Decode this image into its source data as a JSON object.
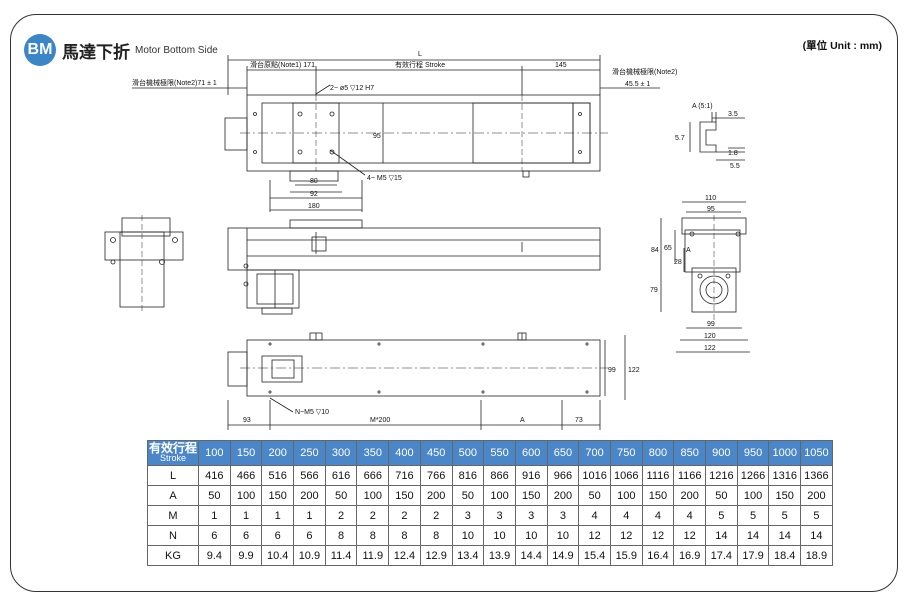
{
  "header": {
    "badge": "BM",
    "title_cn": "馬達下折",
    "title_en": "Motor Bottom Side",
    "unit": "(單位 Unit : mm)"
  },
  "top_view": {
    "dim_L": "L",
    "origin": "滑台原點(Note1) 171",
    "stroke": "有效行程 Stroke",
    "d145": "145",
    "mech_limit_left": "滑台機械極限(Note2)71 ± 1",
    "mech_limit_right": "滑台機械極限(Note2)",
    "d45": "45.5 ± 1",
    "hole1": "2− ø5 ▽12 H7",
    "hole2": "4− M5 ▽15",
    "d95": "95",
    "d80": "80",
    "d92": "92",
    "d180": "180"
  },
  "detail": {
    "label": "A (5:1)",
    "d35": "3.5",
    "d57": "5.7",
    "d18": "1.8",
    "d55": "5.5"
  },
  "end_view": {
    "d110": "110",
    "d95": "95",
    "d84": "84",
    "d65": "65",
    "d28": "28",
    "a": "A",
    "d79": "79",
    "d99": "99",
    "d120": "120",
    "d122": "122"
  },
  "bottom_view": {
    "d93": "93",
    "m200": "M*200",
    "a": "A",
    "d73": "73",
    "nm5": "N−M5 ▽10",
    "d99": "99",
    "d122": "122"
  },
  "table": {
    "header_cn": "有效行程",
    "header_en": "Stroke",
    "strokes": [
      "100",
      "150",
      "200",
      "250",
      "300",
      "350",
      "400",
      "450",
      "500",
      "550",
      "600",
      "650",
      "700",
      "750",
      "800",
      "850",
      "900",
      "950",
      "1000",
      "1050"
    ],
    "rows": [
      {
        "label": "L",
        "values": [
          "416",
          "466",
          "516",
          "566",
          "616",
          "666",
          "716",
          "766",
          "816",
          "866",
          "916",
          "966",
          "1016",
          "1066",
          "1116",
          "1166",
          "1216",
          "1266",
          "1316",
          "1366"
        ]
      },
      {
        "label": "A",
        "values": [
          "50",
          "100",
          "150",
          "200",
          "50",
          "100",
          "150",
          "200",
          "50",
          "100",
          "150",
          "200",
          "50",
          "100",
          "150",
          "200",
          "50",
          "100",
          "150",
          "200"
        ]
      },
      {
        "label": "M",
        "values": [
          "1",
          "1",
          "1",
          "1",
          "2",
          "2",
          "2",
          "2",
          "3",
          "3",
          "3",
          "3",
          "4",
          "4",
          "4",
          "4",
          "5",
          "5",
          "5",
          "5"
        ]
      },
      {
        "label": "N",
        "values": [
          "6",
          "6",
          "6",
          "6",
          "8",
          "8",
          "8",
          "8",
          "10",
          "10",
          "10",
          "10",
          "12",
          "12",
          "12",
          "12",
          "14",
          "14",
          "14",
          "14"
        ]
      },
      {
        "label": "KG",
        "values": [
          "9.4",
          "9.9",
          "10.4",
          "10.9",
          "11.4",
          "11.9",
          "12.4",
          "12.9",
          "13.4",
          "13.9",
          "14.4",
          "14.9",
          "15.4",
          "15.9",
          "16.4",
          "16.9",
          "17.4",
          "17.9",
          "18.4",
          "18.9"
        ]
      }
    ]
  }
}
